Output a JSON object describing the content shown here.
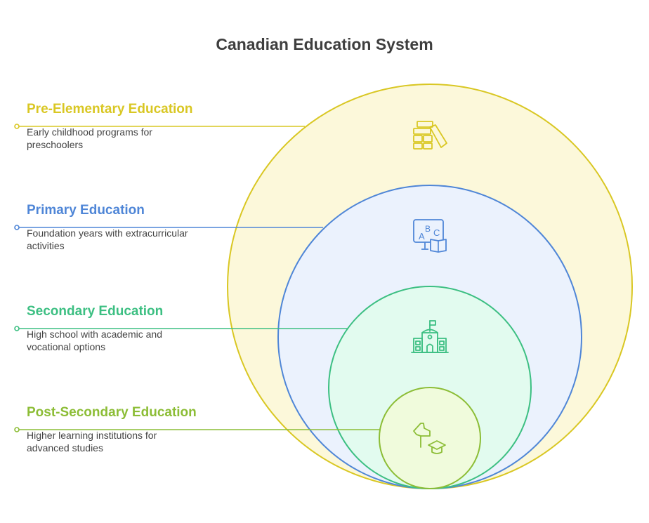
{
  "title": "Canadian Education System",
  "levels": [
    {
      "title": "Pre-Elementary Education",
      "description": "Early childhood programs for preschoolers",
      "color": "#d9c723",
      "fill": "#fcf8da",
      "icon": "building-blocks-icon"
    },
    {
      "title": "Primary Education",
      "description": "Foundation years with extracurricular activities",
      "color": "#4f86d7",
      "fill": "#ebf2fd",
      "icon": "abc-book-icon"
    },
    {
      "title": "Secondary Education",
      "description": "High school with academic and vocational options",
      "color": "#3cbf82",
      "fill": "#e2fbef",
      "icon": "school-building-icon"
    },
    {
      "title": "Post-Secondary Education",
      "description": "Higher learning institutions for advanced studies",
      "color": "#8cbd36",
      "fill": "#f0fbdc",
      "icon": "graduation-icon"
    }
  ]
}
